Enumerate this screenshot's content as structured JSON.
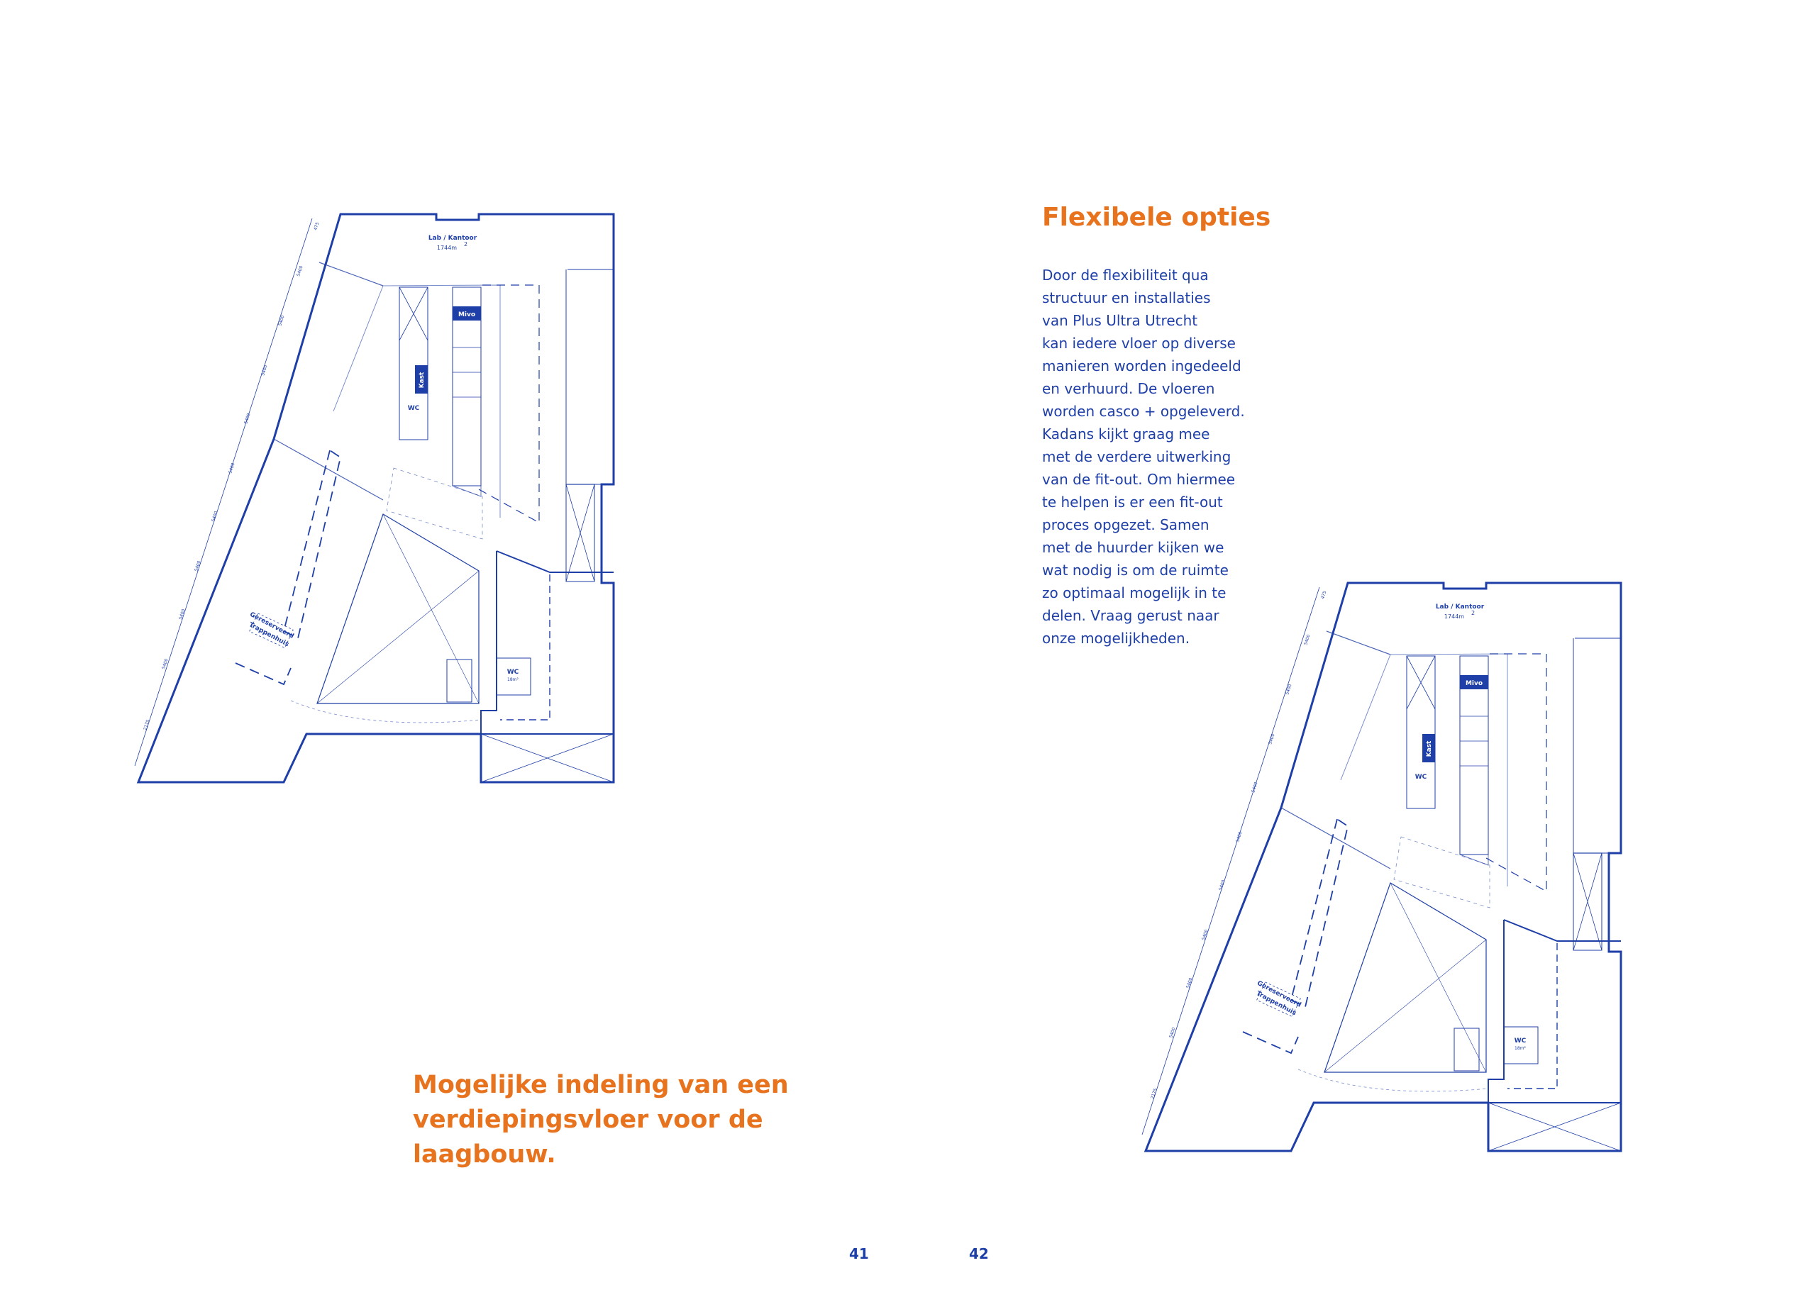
{
  "left_page": {
    "caption": "Mogelijke indeling van een verdiepingsvloer voor de laagbouw.",
    "page_number": "41"
  },
  "right_page": {
    "heading": "Flexibele opties",
    "body": "Door de flexibiliteit qua\nstructuur en installaties\nvan Plus Ultra Utrecht\nkan iedere vloer op diverse\nmanieren worden ingedeeld\nen verhuurd. De vloeren\nworden casco + opgeleverd.\nKadans kijkt graag mee\nmet de verdere uitwerking\nvan de fit-out. Om hiermee\nte helpen is er een fit-out\nproces opgezet. Samen\nmet de huurder kijken we\nwat nodig is om de ruimte\nzo optimaal mogelijk in te\ndelen. Vraag gerust naar\nonze mogelijkheden.",
    "page_number": "42"
  },
  "floor_plan": {
    "room_label": "Lab / Kantoor",
    "room_area": "1744m",
    "area_superscript": "2",
    "mivo_label": "Mivo",
    "kast_label": "Kast",
    "wc_label": "WC",
    "wc_small_label": "WC",
    "wc_small_area": "18m²",
    "stair_label_1": "Gereserveerd",
    "stair_label_2": "Trappenhuis",
    "dimension_labels": [
      "475",
      "5400",
      "5400",
      "5400",
      "5400",
      "5400",
      "5400",
      "5400",
      "5400",
      "5400",
      "2175"
    ]
  },
  "colors": {
    "accent_orange": "#e8731e",
    "blueprint_blue": "#1f3fa8"
  }
}
